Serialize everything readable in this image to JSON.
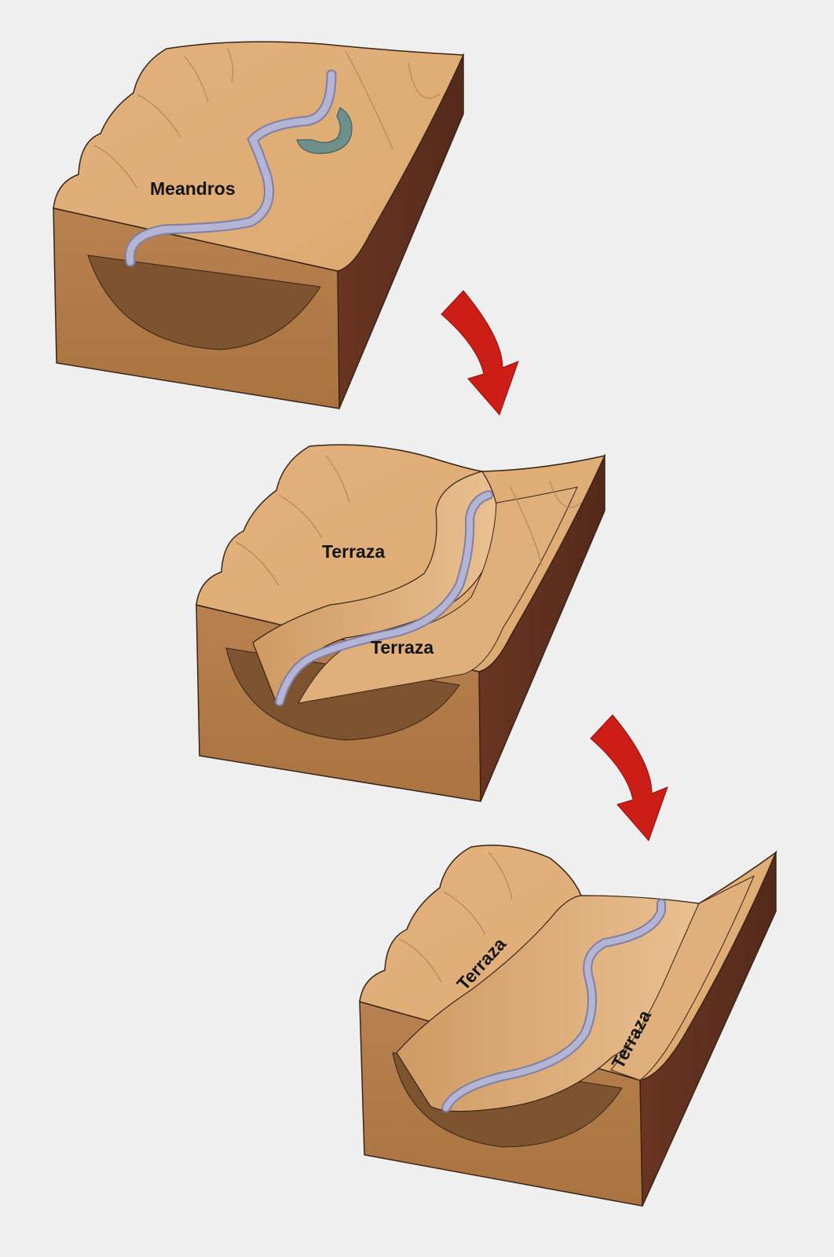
{
  "colors": {
    "background": "#efefef",
    "land_top": "#dfae79",
    "land_top_light": "#e8bd8c",
    "front_face": "#b27d4a",
    "side_face": "#5c2e1e",
    "valley_shadow": "#7e5330",
    "river": "#b4b4d4",
    "river_edge": "#7f7fa6",
    "oxbow_lake": "#6f8f8a",
    "arrow": "#cc1d16",
    "outline": "#3a2418"
  },
  "icons": {
    "arrow_1": "curved-arrow-down-icon",
    "arrow_2": "curved-arrow-down-icon"
  },
  "stages": [
    {
      "label": "Meandros"
    },
    {
      "label_upper": "Terraza",
      "label_lower": "Terraza"
    },
    {
      "label_left": "Terraza",
      "label_right": "Terraza"
    }
  ]
}
